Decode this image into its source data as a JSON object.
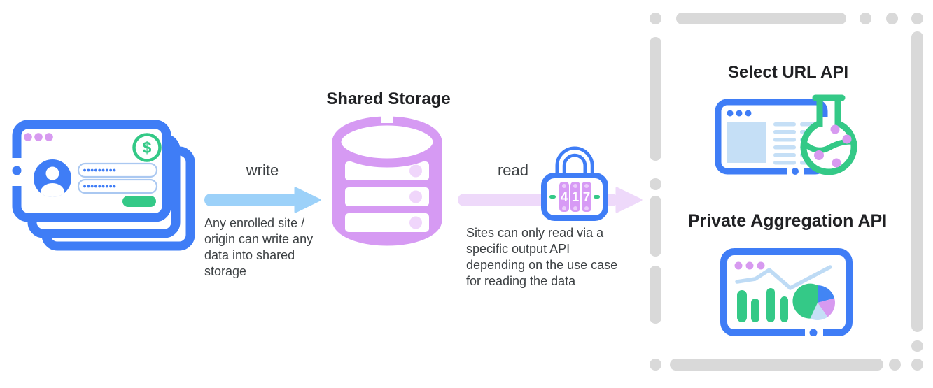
{
  "shared_storage": {
    "title": "Shared Storage"
  },
  "flow": {
    "write": {
      "label": "write",
      "caption_lines": [
        "Any enrolled site /",
        "origin can write any",
        "data into shared",
        "storage"
      ]
    },
    "read": {
      "label": "read",
      "caption_lines": [
        "Sites can only read via a",
        "specific output API",
        "depending on the use case",
        "for reading the data"
      ]
    }
  },
  "lock": {
    "digits": [
      "4",
      "1",
      "7"
    ]
  },
  "icons": {
    "dollar_symbol": "$"
  },
  "outputs": {
    "select_url": {
      "title": "Select URL API"
    },
    "private_aggregation": {
      "title": "Private Aggregation API"
    }
  },
  "colors": {
    "blue": "#3f7df6",
    "green": "#34c987",
    "purple": "#d69af3",
    "light_purple": "#f0d6fb",
    "write_arrow": "#9cd1f9",
    "read_arrow": "#eed9fa",
    "light_blue_fill": "#c5dff6",
    "dash_gray": "#d9d9d9"
  }
}
